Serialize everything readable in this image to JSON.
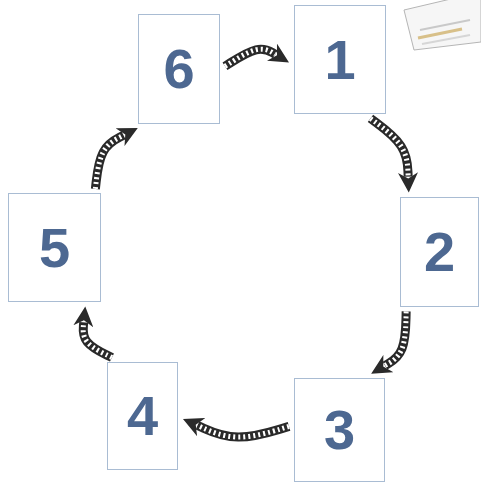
{
  "diagram": {
    "nodes": [
      {
        "text": [
          "1"
        ]
      },
      {
        "text": [
          "2"
        ]
      },
      {
        "text": [
          "3"
        ]
      },
      {
        "text": [
          "4"
        ]
      },
      {
        "text": [
          "5"
        ]
      },
      {
        "text": [
          "6"
        ]
      }
    ],
    "edges": [
      {
        "from": 0,
        "to": 1,
        "arrow": "to"
      },
      {
        "from": 1,
        "to": 2,
        "arrow": "to"
      },
      {
        "from": 2,
        "to": 3,
        "arrow": "to"
      },
      {
        "from": 3,
        "to": 4,
        "arrow": "to"
      },
      {
        "from": 4,
        "to": 5,
        "arrow": "to"
      },
      {
        "from": 5,
        "to": 0,
        "arrow": "to"
      }
    ]
  }
}
